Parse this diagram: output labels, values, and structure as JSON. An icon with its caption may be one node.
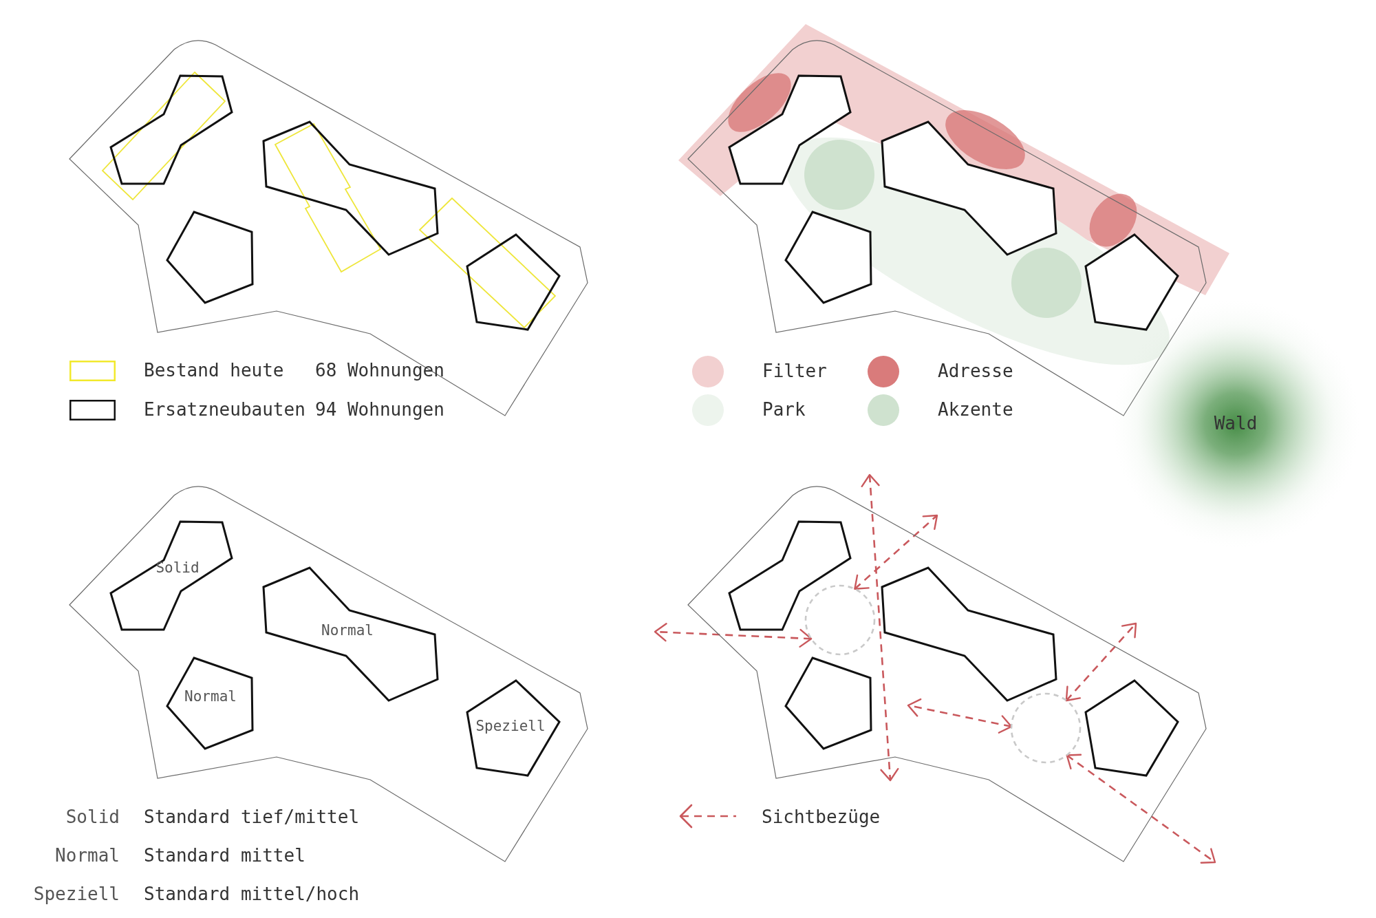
{
  "diagram": {
    "nodes": [
      {
        "text": [],
        "shape": "polygon"
      },
      {
        "text": [],
        "shape": "polygon",
        "in": 0
      },
      {
        "text": [],
        "shape": "polygon",
        "in": 0
      },
      {
        "text": [],
        "shape": "pentagon",
        "in": 0
      },
      {
        "text": [],
        "shape": "pentagon",
        "in": 0
      },
      {
        "text": [],
        "shape": "polygon"
      },
      {
        "text": [],
        "shape": "polygon",
        "in": 5
      },
      {
        "text": [],
        "shape": "polygon",
        "in": 5
      },
      {
        "text": [],
        "shape": "pentagon",
        "in": 5
      },
      {
        "text": [],
        "shape": "pentagon",
        "in": 5
      },
      {
        "text": [
          "Wald"
        ]
      },
      {
        "text": [],
        "shape": "polygon"
      },
      {
        "text": [
          "Solid"
        ],
        "in": 11
      },
      {
        "text": [
          "Normal"
        ],
        "in": 11
      },
      {
        "text": [
          "Normal"
        ],
        "in": 11
      },
      {
        "text": [
          "Speziell"
        ],
        "in": 11
      },
      {
        "text": [],
        "shape": "polygon"
      },
      {
        "text": [],
        "shape": "polygon",
        "in": 16
      },
      {
        "text": [],
        "shape": "circle",
        "in": 16
      },
      {
        "text": [],
        "shape": "polygon",
        "in": 16
      },
      {
        "text": [],
        "shape": "pentagon",
        "in": 16
      },
      {
        "text": [],
        "shape": "circle",
        "in": 16
      },
      {
        "text": [],
        "shape": "pentagon",
        "in": 16
      }
    ],
    "edges": [
      {
        "from": 18,
        "to": null,
        "arrow": "both",
        "style": "dashed"
      },
      {
        "from": 18,
        "to": null,
        "arrow": "both",
        "style": "dashed"
      },
      {
        "from": 21,
        "to": null,
        "arrow": "both",
        "style": "dashed"
      },
      {
        "from": 21,
        "to": null,
        "arrow": "both",
        "style": "dashed"
      },
      {
        "from": 21,
        "to": null,
        "arrow": "both",
        "style": "dashed"
      }
    ],
    "labels": [
      "68 Wohnungen",
      "94 Wohnungen",
      "Solid",
      "Standard tief/mittel",
      "Normal",
      "Standard mittel",
      "Speziell",
      "Standard mittel/hoch"
    ],
    "legend": [
      {
        "text": "Bestand heute",
        "color": "#f2e92c"
      },
      {
        "text": "Ersatzneubauten",
        "color": "#111111"
      },
      {
        "text": "Filter",
        "color": "#f2d0d0"
      },
      {
        "text": "Adresse",
        "color": "#d97b7b"
      },
      {
        "text": "Park",
        "color": "#edf4ed"
      },
      {
        "text": "Akzente",
        "color": "#cfe2cf"
      },
      {
        "text": "Sichtbezüge"
      }
    ]
  }
}
